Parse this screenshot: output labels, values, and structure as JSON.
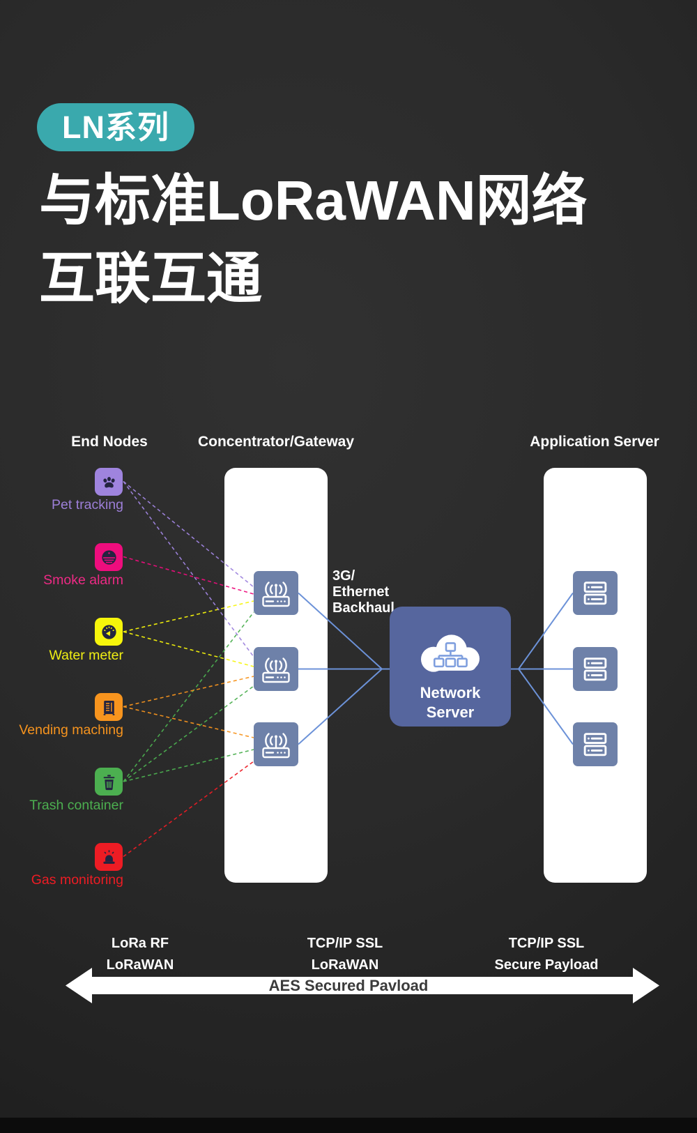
{
  "badge": {
    "label": "LN系列",
    "bg_color": "#3aa9ad"
  },
  "title": {
    "line1": "与标准LoRaWAN网络",
    "line2": "互联互通"
  },
  "column_headings": {
    "end_nodes": "End Nodes",
    "gateway": "Concentrator/Gateway",
    "app_server": "Application Server"
  },
  "nodes": [
    {
      "id": "pet",
      "label": "Pet tracking",
      "color": "#9f84de",
      "icon": "paw-icon"
    },
    {
      "id": "smoke",
      "label": "Smoke alarm",
      "color": "#ee0d7d",
      "icon": "smoke-detector-icon"
    },
    {
      "id": "water",
      "label": "Water meter",
      "color": "#f6f50b",
      "icon": "gauge-icon"
    },
    {
      "id": "vending",
      "label": "Vending maching",
      "color": "#f7941e",
      "icon": "vending-machine-icon"
    },
    {
      "id": "trash",
      "label": "Trash container",
      "color": "#4caf50",
      "icon": "trash-icon"
    },
    {
      "id": "gas",
      "label": "Gas monitoring",
      "color": "#ed1c24",
      "icon": "siren-icon"
    }
  ],
  "gateway_icons": [
    "router-icon",
    "router-icon",
    "router-icon"
  ],
  "app_server_icons": [
    "server-icon",
    "server-icon",
    "server-icon"
  ],
  "backhaul_label": {
    "line1": "3G/",
    "line2": "Ethernet",
    "line3": "Backhaul"
  },
  "network_server": {
    "line1": "Network",
    "line2": "Server",
    "bg_color": "#56669e",
    "icon": "cloud-network-icon"
  },
  "connections": [
    {
      "from": "pet",
      "to": "gw1"
    },
    {
      "from": "smoke",
      "to": "gw1"
    },
    {
      "from": "water",
      "to": "gw1"
    },
    {
      "from": "trash",
      "to": "gw1"
    },
    {
      "from": "pet",
      "to": "gw2"
    },
    {
      "from": "water",
      "to": "gw2"
    },
    {
      "from": "vending",
      "to": "gw2"
    },
    {
      "from": "trash",
      "to": "gw2"
    },
    {
      "from": "vending",
      "to": "gw3"
    },
    {
      "from": "trash",
      "to": "gw3"
    },
    {
      "from": "gas",
      "to": "gw3"
    }
  ],
  "footer": {
    "left": {
      "line1": "LoRa RF",
      "line2": "LoRaWAN"
    },
    "middle": {
      "line1": "TCP/IP SSL",
      "line2": "LoRaWAN"
    },
    "right": {
      "line1": "TCP/IP SSL",
      "line2": "Secure Payload"
    },
    "arrow_label": "AES Secured Pavload"
  },
  "colors": {
    "background_dark": "#262626",
    "panel_white": "#ffffff",
    "slate_icon": "#6e81a9",
    "blue_line": "#6c92d8",
    "arrow_white": "#ffffff",
    "arrow_text": "#3b3b3b"
  }
}
